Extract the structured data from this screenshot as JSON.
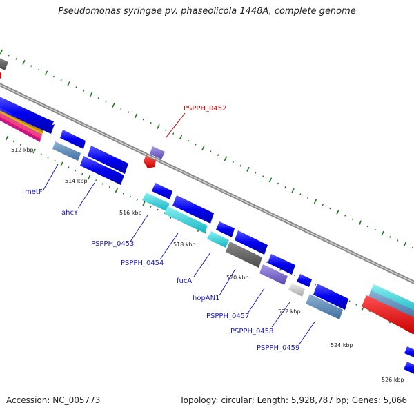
{
  "title": "Pseudomonas syringae pv. phaseolicola 1448A, complete genome",
  "footer": {
    "accession": "Accession: NC_005773",
    "stats": "Topology: circular; Length: 5,928,787 bp; Genes: 5,066"
  },
  "scale_labels": [
    "512 kbp",
    "514 kbp",
    "516 kbp",
    "518 kbp",
    "520 kbp",
    "522 kbp",
    "524 kbp",
    "526 kbp"
  ],
  "gene_labels": [
    "PSPPH_0452",
    "metF",
    "ahcY",
    "PSPPH_0453",
    "PSPPH_0454",
    "fucA",
    "hopAN1",
    "PSPPH_0457",
    "PSPPH_0458",
    "PSPPH_0459"
  ],
  "colors": {
    "highlight_label": "#e00000",
    "label": "#1a1ac8",
    "backbone": "#8a8a8a",
    "tick": "#1f7a1f"
  }
}
